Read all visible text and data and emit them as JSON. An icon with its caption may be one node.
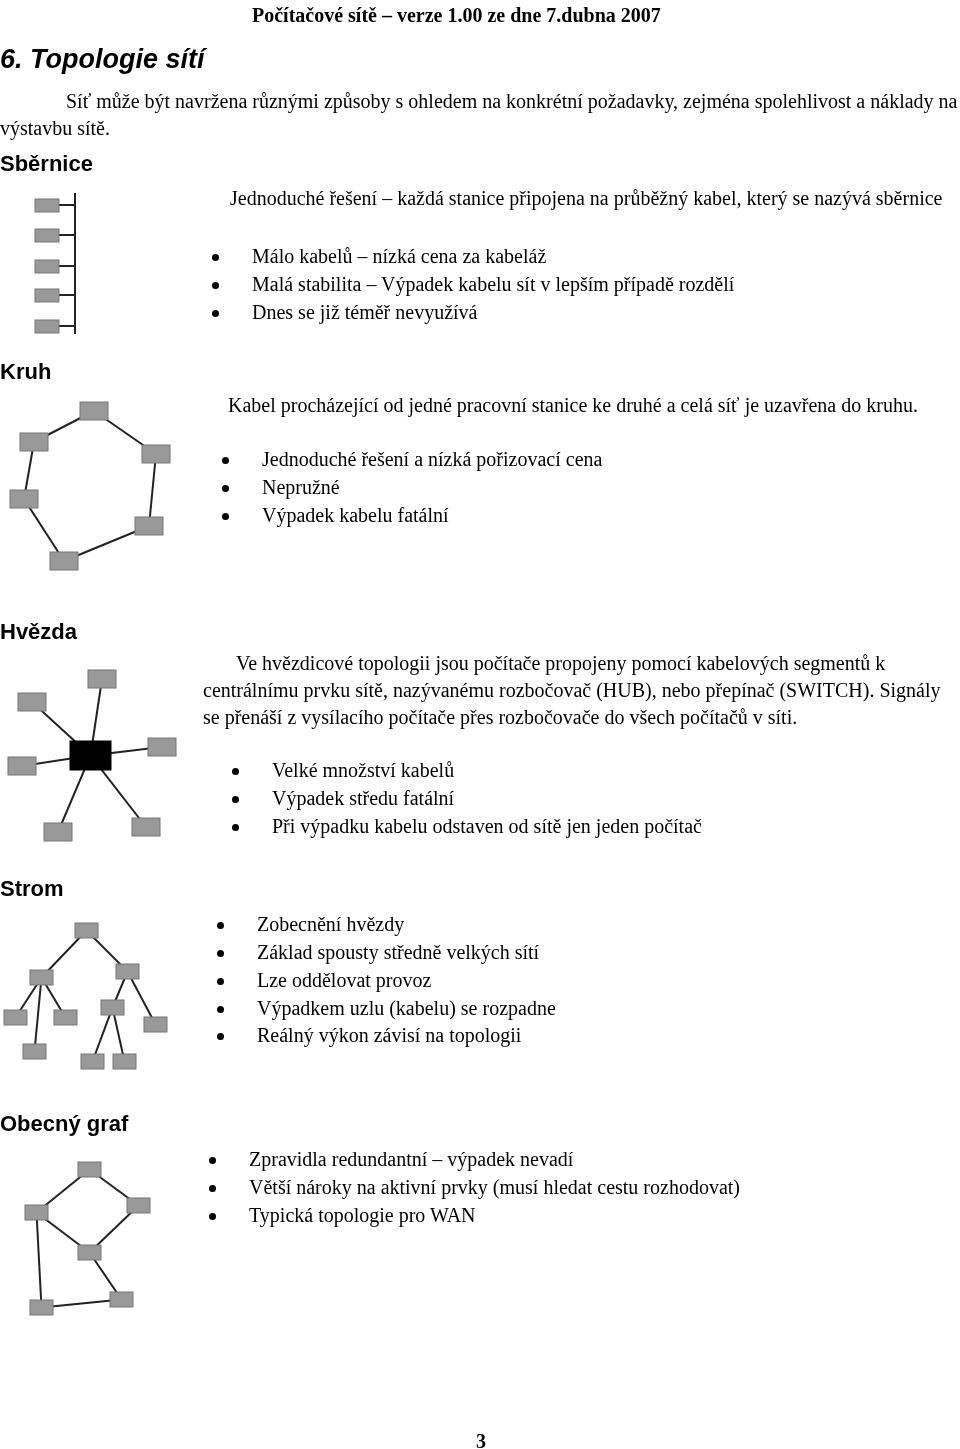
{
  "diagram": {
    "title": "6. Topologie sítí",
    "labels": [
      "Počítačové sítě – verze 1.00 ze dne 7.dubna 2007",
      "Síť může být navržena různými způsoby s ohledem na konkrétní požadavky, zejména spolehlivost a náklady na výstavbu sítě.",
      "Sběrnice",
      "Jednoduché řešení – každá stanice připojena na průběžný kabel, který se nazývá sběrnice",
      "Málo kabelů – nízká cena za kabeláž",
      "Malá stabilita – Výpadek kabelu sít v lepším případě rozdělí",
      "Dnes se již téměř nevyužívá",
      "Kruh",
      "Kabel procházející od jedné pracovní stanice ke druhé a celá síť je uzavřena do kruhu.",
      "Jednoduché řešení a nízká pořizovací cena",
      "Nepružné",
      "Výpadek kabelu fatální",
      "Hvězda",
      "Ve hvězdicové topologii jsou počítače propojeny pomocí kabelových segmentů k centrálnímu prvku sítě, nazývanému rozbočovač (HUB), nebo přepínač (SWITCH). Signály se přenáší z vysílacího počítače přes rozbočovače do všech počítačů v síti.",
      "Velké množství kabelů",
      "Výpadek středu fatální",
      "Při výpadku kabelu odstaven od sítě jen jeden počítač",
      "Strom",
      "Zobecnění hvězdy",
      "Základ spousty středně velkých sítí",
      "Lze oddělovat provoz",
      "Výpadkem uzlu (kabelu) se rozpadne",
      "Reálný výkon závisí na topologii",
      "Obecný graf",
      "Zpravidla redundantní – výpadek nevadí",
      "Větší nároky na aktivní prvky (musí hledat cestu rozhodovat)",
      "Typická topologie pro WAN",
      "3"
    ]
  }
}
